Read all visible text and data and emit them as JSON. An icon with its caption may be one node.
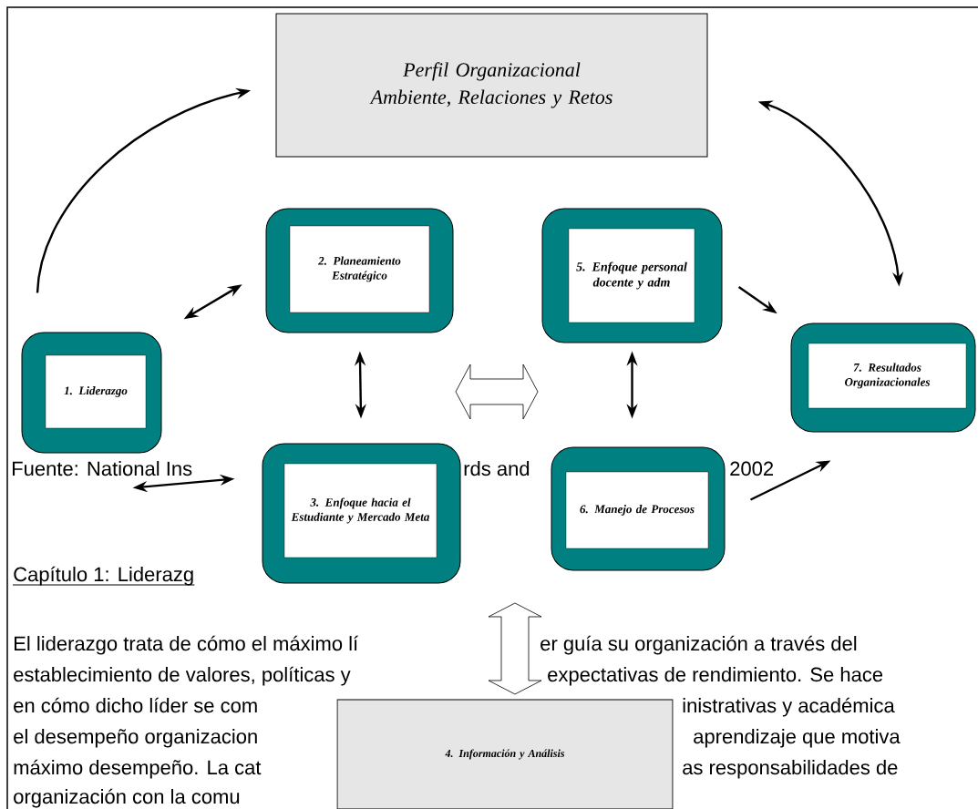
{
  "diagram": {
    "nodes": [
      {
        "text": [
          "Perfil Organizacional Ambiente, Relaciones y Retos"
        ]
      },
      {
        "text": [
          "1. Liderazgo"
        ]
      },
      {
        "text": [
          "2. Planeamiento Estratégico"
        ]
      },
      {
        "text": [
          "3. Enfoque hacia el Estudiante y Mercado Meta"
        ]
      },
      {
        "text": [
          "5. Enfoque personal docente y adm"
        ]
      },
      {
        "text": [
          "6. Manejo de Procesos"
        ]
      },
      {
        "text": [
          "7. Resultados Organizacionales"
        ]
      },
      {
        "text": [
          "4. Información y Análisis"
        ]
      }
    ],
    "edges": [
      {
        "from": 1,
        "to": 0,
        "arrow": "to"
      },
      {
        "from": 0,
        "to": 6,
        "arrow": "both"
      },
      {
        "from": 1,
        "to": 2,
        "arrow": "both"
      },
      {
        "from": 4,
        "to": 6,
        "arrow": "to"
      },
      {
        "from": 2,
        "to": 3,
        "arrow": "both"
      },
      {
        "from": 4,
        "to": 5,
        "arrow": "both"
      },
      {
        "from": 3,
        "to": 5,
        "arrow": "both",
        "style": "thick"
      },
      {
        "from": null,
        "to": 7,
        "arrow": "both",
        "style": "thick"
      },
      {
        "from": 1,
        "to": 3,
        "arrow": "both"
      },
      {
        "from": 5,
        "to": 6,
        "arrow": "to"
      }
    ],
    "labels": [
      "Fuente: National Ins",
      "rds and",
      "2002",
      "Capítulo 1: Liderazg",
      "El liderazgo trata de cómo el máximo lí",
      "er guía su organización a través del",
      "establecimiento de valores, políticas y",
      "expectativas de rendimiento. Se hace",
      "en cómo dicho líder se com",
      "inistrativas y académica",
      "el desempeño organizacion",
      "aprendizaje que motiva",
      "máximo desempeño. La cat",
      "as responsabilidades de",
      "organización con la comu"
    ]
  }
}
